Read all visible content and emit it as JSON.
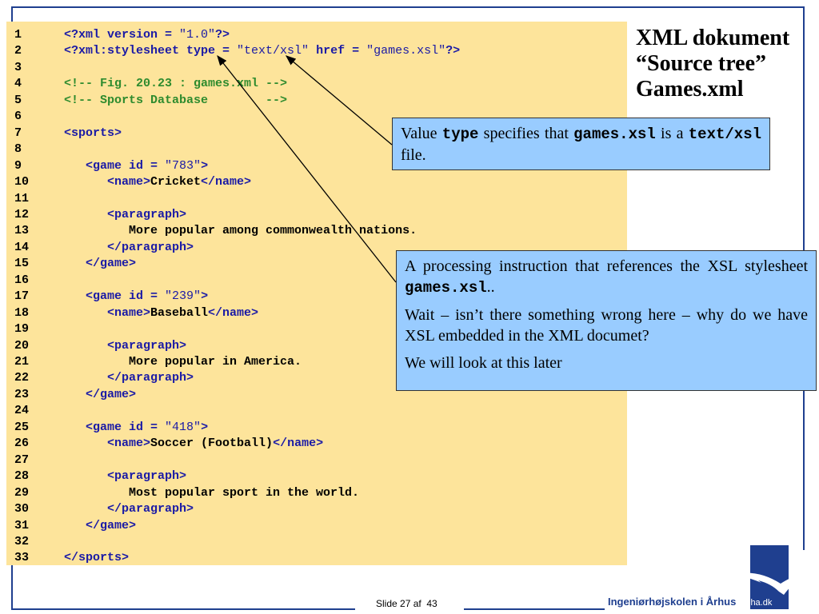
{
  "title": {
    "line1": "XML dokument",
    "line2": "“Source tree”",
    "line3": "Games.xml"
  },
  "code_lines": [
    {
      "n": "1",
      "parts": [
        [
          "tag",
          "<?xml version = "
        ],
        [
          "val",
          "\"1.0\""
        ],
        [
          "tag",
          "?>"
        ]
      ]
    },
    {
      "n": "2",
      "parts": [
        [
          "tag",
          "<?xml:stylesheet type = "
        ],
        [
          "val",
          "\"text/xsl\""
        ],
        [
          "tag",
          " href = "
        ],
        [
          "val",
          "\"games.xsl\""
        ],
        [
          "tag",
          "?>"
        ]
      ]
    },
    {
      "n": "3",
      "parts": []
    },
    {
      "n": "4",
      "parts": [
        [
          "cmt",
          "<!-- Fig. 20.23 : games.xml -->"
        ]
      ]
    },
    {
      "n": "5",
      "parts": [
        [
          "cmt",
          "<!-- Sports Database        -->"
        ]
      ]
    },
    {
      "n": "6",
      "parts": []
    },
    {
      "n": "7",
      "parts": [
        [
          "tag",
          "<sports>"
        ]
      ]
    },
    {
      "n": "8",
      "parts": []
    },
    {
      "n": "9",
      "parts": [
        [
          "txt",
          "   "
        ],
        [
          "tag",
          "<game id = "
        ],
        [
          "val",
          "\"783\""
        ],
        [
          "tag",
          ">"
        ]
      ]
    },
    {
      "n": "10",
      "parts": [
        [
          "txt",
          "      "
        ],
        [
          "tag",
          "<name>"
        ],
        [
          "txt",
          "Cricket"
        ],
        [
          "tag",
          "</name>"
        ]
      ]
    },
    {
      "n": "11",
      "parts": []
    },
    {
      "n": "12",
      "parts": [
        [
          "txt",
          "      "
        ],
        [
          "tag",
          "<paragraph>"
        ]
      ]
    },
    {
      "n": "13",
      "parts": [
        [
          "txt",
          "         More popular among commonwealth nations."
        ]
      ]
    },
    {
      "n": "14",
      "parts": [
        [
          "txt",
          "      "
        ],
        [
          "tag",
          "</paragraph>"
        ]
      ]
    },
    {
      "n": "15",
      "parts": [
        [
          "txt",
          "   "
        ],
        [
          "tag",
          "</game>"
        ]
      ]
    },
    {
      "n": "16",
      "parts": []
    },
    {
      "n": "17",
      "parts": [
        [
          "txt",
          "   "
        ],
        [
          "tag",
          "<game id = "
        ],
        [
          "val",
          "\"239\""
        ],
        [
          "tag",
          ">"
        ]
      ]
    },
    {
      "n": "18",
      "parts": [
        [
          "txt",
          "      "
        ],
        [
          "tag",
          "<name>"
        ],
        [
          "txt",
          "Baseball"
        ],
        [
          "tag",
          "</name>"
        ]
      ]
    },
    {
      "n": "19",
      "parts": []
    },
    {
      "n": "20",
      "parts": [
        [
          "txt",
          "      "
        ],
        [
          "tag",
          "<paragraph>"
        ]
      ]
    },
    {
      "n": "21",
      "parts": [
        [
          "txt",
          "         More popular in America."
        ]
      ]
    },
    {
      "n": "22",
      "parts": [
        [
          "txt",
          "      "
        ],
        [
          "tag",
          "</paragraph>"
        ]
      ]
    },
    {
      "n": "23",
      "parts": [
        [
          "txt",
          "   "
        ],
        [
          "tag",
          "</game>"
        ]
      ]
    },
    {
      "n": "24",
      "parts": []
    },
    {
      "n": "25",
      "parts": [
        [
          "txt",
          "   "
        ],
        [
          "tag",
          "<game id = "
        ],
        [
          "val",
          "\"418\""
        ],
        [
          "tag",
          ">"
        ]
      ]
    },
    {
      "n": "26",
      "parts": [
        [
          "txt",
          "      "
        ],
        [
          "tag",
          "<name>"
        ],
        [
          "txt",
          "Soccer (Football)"
        ],
        [
          "tag",
          "</name>"
        ]
      ]
    },
    {
      "n": "27",
      "parts": []
    },
    {
      "n": "28",
      "parts": [
        [
          "txt",
          "      "
        ],
        [
          "tag",
          "<paragraph>"
        ]
      ]
    },
    {
      "n": "29",
      "parts": [
        [
          "txt",
          "         Most popular sport in the world."
        ]
      ]
    },
    {
      "n": "30",
      "parts": [
        [
          "txt",
          "      "
        ],
        [
          "tag",
          "</paragraph>"
        ]
      ]
    },
    {
      "n": "31",
      "parts": [
        [
          "txt",
          "   "
        ],
        [
          "tag",
          "</game>"
        ]
      ]
    },
    {
      "n": "32",
      "parts": []
    },
    {
      "n": "33",
      "parts": [
        [
          "tag",
          "</sports>"
        ]
      ]
    }
  ],
  "callout_type": {
    "t1": "Value ",
    "k1": "type",
    "t2": " specifies that ",
    "k2": "games.xsl",
    "t3": " is a ",
    "k3": "text/xsl",
    "t4": " file."
  },
  "callout_pi": {
    "p1_text": "A processing instruction that references the XSL stylesheet ",
    "p1_code": "games.xsl",
    "p1_end": "..",
    "p2": "Wait – isn’t there something wrong here – why do we have XSL embedded in the XML documet?",
    "p3": "We will look at this later"
  },
  "footer": {
    "slide": "Slide 27 af  43",
    "school": "Ingeniørhøjskolen i Århus",
    "logo_text": "iha.dk"
  },
  "colors": {
    "frame": "#1f3f8f",
    "code_bg": "#fde49b",
    "callout_bg": "#99ccff",
    "tag": "#1a1aa6",
    "comment": "#2e8b2e"
  }
}
